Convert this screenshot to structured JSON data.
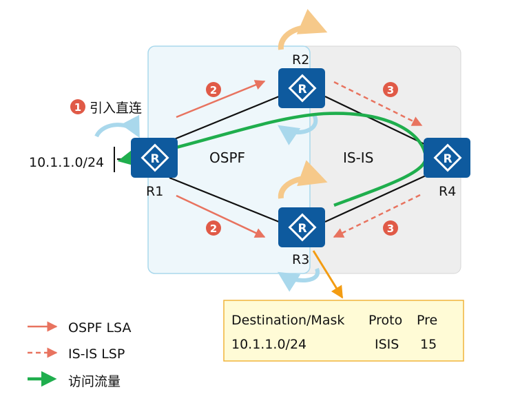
{
  "areas": {
    "ospf": "OSPF",
    "isis": "IS-IS"
  },
  "routers": {
    "r1": "R1",
    "r2": "R2",
    "r3": "R3",
    "r4": "R4"
  },
  "router_icon_glyph": "R",
  "network_label": "10.1.1.0/24",
  "step1": {
    "number": "1",
    "label": "引入直连"
  },
  "steps": {
    "ospf": "2",
    "isis": "3"
  },
  "routing_table": {
    "headers": [
      "Destination/Mask",
      "Proto",
      "Pre"
    ],
    "row": [
      "10.1.1.0/24",
      "ISIS",
      "15"
    ]
  },
  "legend": [
    {
      "label": "OSPF LSA",
      "style": "solid-red-arrow"
    },
    {
      "label": "IS-IS LSP",
      "style": "dashed-red-arrow"
    },
    {
      "label": "访问流量",
      "style": "green-arrow"
    }
  ],
  "colors": {
    "router_blue": "#0e5a9e",
    "lsa_red": "#e8735f",
    "step_badge": "#e05a47",
    "traffic_green": "#1fae4d",
    "ospf_area": "#eef7fb",
    "isis_area": "#eeeeee",
    "table_bg": "#fffbd6",
    "table_border": "#f0b43a",
    "pointer_orange": "#f39c12"
  }
}
